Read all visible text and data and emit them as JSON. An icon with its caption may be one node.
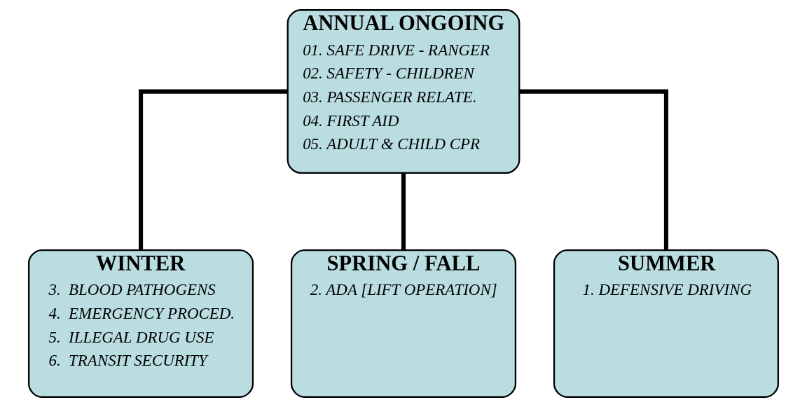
{
  "diagram": {
    "nodes": [
      {
        "text": [
          "ANNUAL ONGOING",
          "01. SAFE DRIVE - RANGER",
          "02. SAFETY - CHILDREN",
          "03. PASSENGER RELATE.",
          "04. FIRST AID",
          "05. ADULT & CHILD CPR"
        ]
      },
      {
        "text": [
          "WINTER",
          "3.  BLOOD PATHOGENS",
          "4.  EMERGENCY PROCED.",
          "5.  ILLEGAL DRUG USE",
          "6.  TRANSIT SECURITY"
        ]
      },
      {
        "text": [
          "SPRING / FALL",
          "2. ADA [LIFT OPERATION]"
        ]
      },
      {
        "text": [
          "SUMMER",
          "1. DEFENSIVE DRIVING"
        ]
      }
    ],
    "edges": [
      {
        "from": 0,
        "to": 1,
        "arrow": "none"
      },
      {
        "from": 0,
        "to": 2,
        "arrow": "none"
      },
      {
        "from": 0,
        "to": 3,
        "arrow": "none"
      }
    ]
  }
}
